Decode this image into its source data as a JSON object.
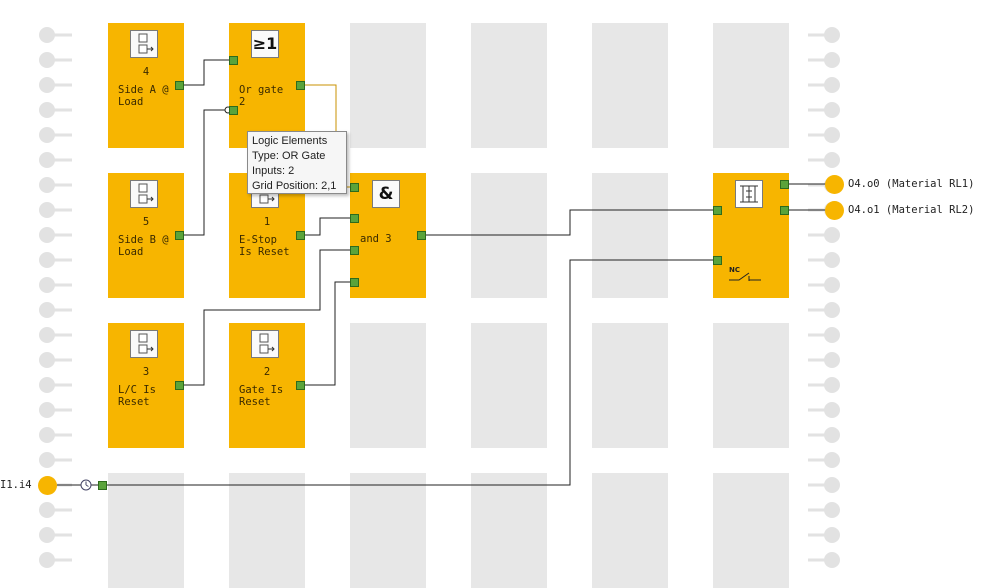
{
  "blocks": {
    "side_a": {
      "number": "4",
      "label": "Side A @\nLoad"
    },
    "side_b": {
      "number": "5",
      "label": "Side B @\nLoad"
    },
    "lc_reset": {
      "number": "3",
      "label": "L/C Is\nReset"
    },
    "or_gate": {
      "symbol": "≥1",
      "label": "Or gate\n2"
    },
    "estop": {
      "number": "1",
      "label": "E-Stop\nIs Reset"
    },
    "gate_reset": {
      "number": "2",
      "label": "Gate Is\nReset"
    },
    "and_gate": {
      "symbol": "&",
      "label": "and 3"
    },
    "output_module": {
      "nc_label": "NC"
    }
  },
  "tooltip": {
    "title": "Logic Elements",
    "type": "Type:  OR Gate",
    "inputs": "Inputs: 2",
    "grid": "Grid Position: 2,1"
  },
  "io": {
    "input_i4": "I1.i4",
    "output_o0": "O4.o0 (Material RL1)",
    "output_o1": "O4.o1 (Material RL2)"
  },
  "colors": {
    "block": "#f7b500",
    "port": "#5aa33a",
    "grid_cell": "#e7e7e7",
    "wire": "#222222"
  }
}
